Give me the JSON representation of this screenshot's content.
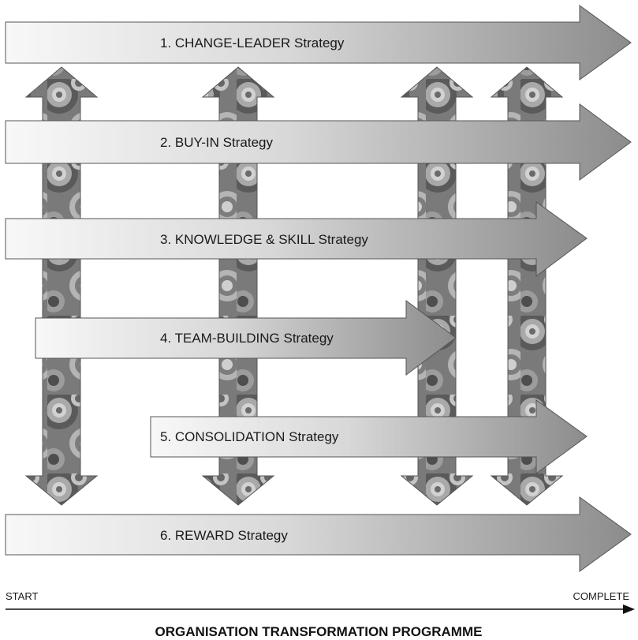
{
  "strategies": [
    {
      "label": "1. CHANGE-LEADER Strategy"
    },
    {
      "label": "2. BUY-IN Strategy"
    },
    {
      "label": "3. KNOWLEDGE & SKILL Strategy"
    },
    {
      "label": "4. TEAM-BUILDING Strategy"
    },
    {
      "label": "5. CONSOLIDATION Strategy"
    },
    {
      "label": "6. REWARD Strategy"
    }
  ],
  "timeline": {
    "start_label": "START",
    "end_label": "COMPLETE"
  },
  "caption": "ORGANISATION TRANSFORMATION PROGRAMME",
  "colors": {
    "arrow_light": "#f7f7f7",
    "arrow_dark": "#8a8a8a",
    "arrow_stroke": "#555555",
    "pillar_base": "#7a7a7a",
    "pillar_dark": "#4a4a4a",
    "pillar_light": "#b8b8b8"
  }
}
